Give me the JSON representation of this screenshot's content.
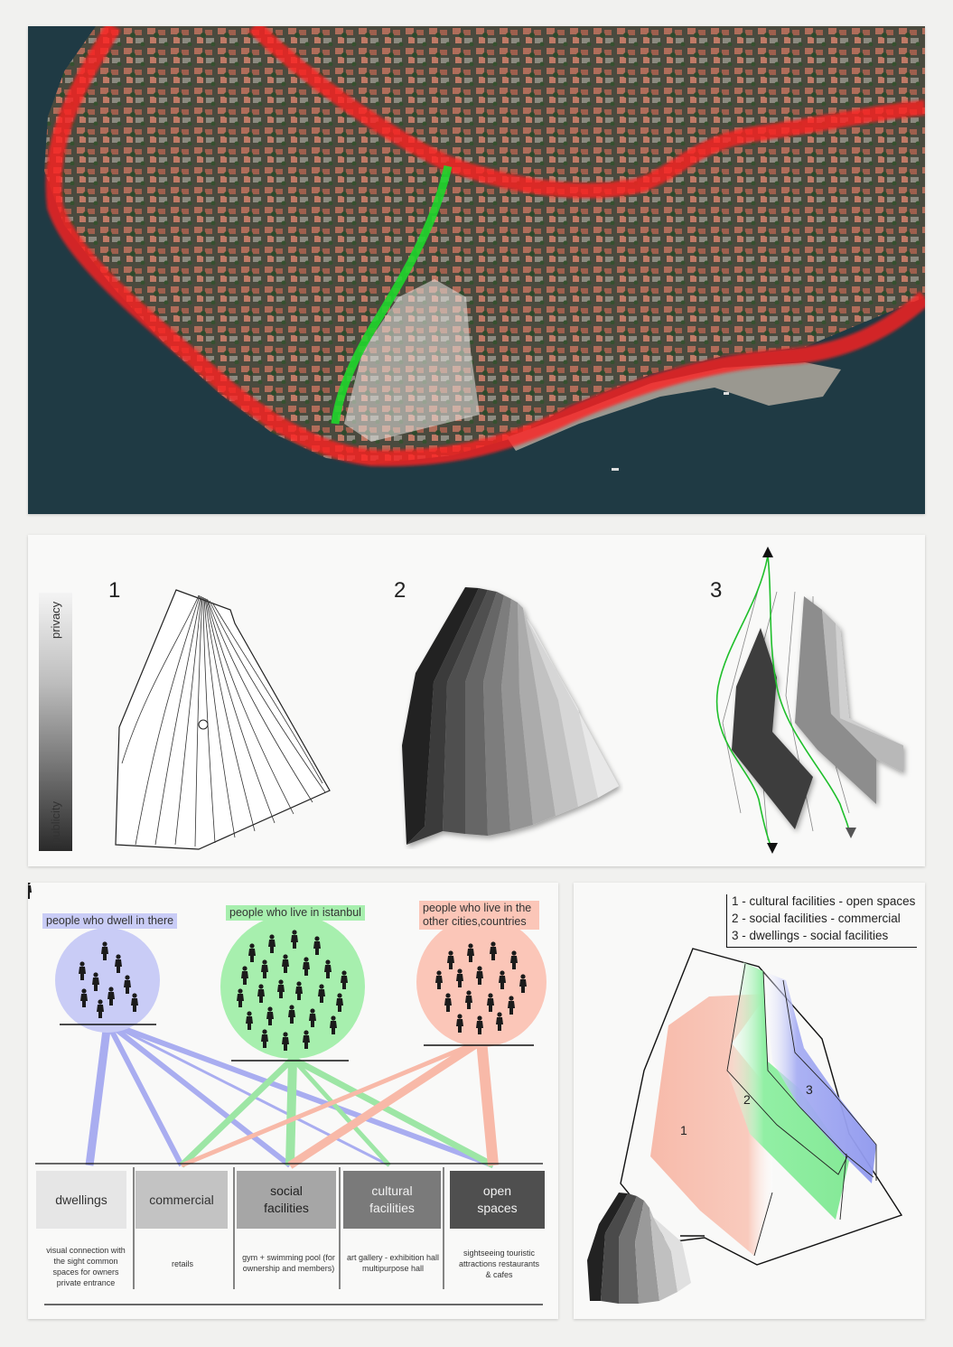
{
  "steps": [
    "1",
    "2",
    "3"
  ],
  "gradient_scale": {
    "top": "privacy",
    "bottom": "publicity"
  },
  "groups": [
    {
      "label": "people who dwell in there",
      "color": "#8f94ee"
    },
    {
      "label": "people who live in istanbul",
      "color": "#7fe08a"
    },
    {
      "label": "people who live in the other cities,countries",
      "color": "#f8a48e"
    }
  ],
  "functions": [
    {
      "name": "dwellings",
      "description": "visual connection with the sight common spaces for owners private entrance"
    },
    {
      "name": "commercial",
      "description": "retails"
    },
    {
      "name": "social facilities",
      "description": "gym + swimming pool (for ownership and members)"
    },
    {
      "name": "cultural facilities",
      "description": "art gallery - exhibition hall multipurpose hall"
    },
    {
      "name": "open spaces",
      "description": "sightseeing touristic attractions restaurants & cafes"
    }
  ],
  "zone_legend": [
    "1 - cultural facilities - open spaces",
    "2 - social facilities - commercial",
    "3 - dwellings - social facilities"
  ],
  "zone_labels": [
    "1",
    "2",
    "3"
  ],
  "colors": {
    "road": "#ff1f1f",
    "path": "#1fd62b",
    "sea": "#1d3a45",
    "zone1": "#f7b7a6",
    "zone2": "#7fe892",
    "zone3": "#9aa3f0"
  }
}
